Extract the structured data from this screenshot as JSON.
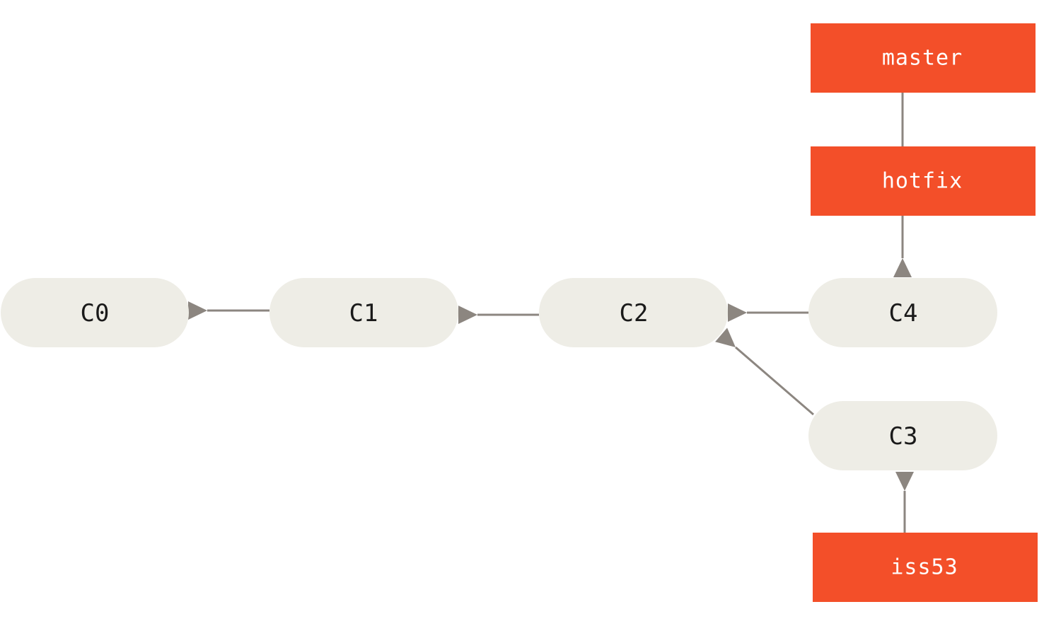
{
  "diagram": {
    "type": "git-branch-graph",
    "colors": {
      "commit_fill": "#eeede6",
      "branch_fill": "#f34f29",
      "edge": "#8c8680",
      "commit_text": "#1a1a1a",
      "branch_text": "#ffffff"
    },
    "commits": [
      {
        "id": "C0",
        "label": "C0"
      },
      {
        "id": "C1",
        "label": "C1"
      },
      {
        "id": "C2",
        "label": "C2"
      },
      {
        "id": "C4",
        "label": "C4"
      },
      {
        "id": "C3",
        "label": "C3"
      }
    ],
    "branches": [
      {
        "id": "master",
        "label": "master"
      },
      {
        "id": "hotfix",
        "label": "hotfix"
      },
      {
        "id": "iss53",
        "label": "iss53"
      }
    ],
    "edges": [
      {
        "from": "C1",
        "to": "C0"
      },
      {
        "from": "C2",
        "to": "C1"
      },
      {
        "from": "C4",
        "to": "C2"
      },
      {
        "from": "C3",
        "to": "C2"
      },
      {
        "from": "master",
        "to": "hotfix"
      },
      {
        "from": "hotfix",
        "to": "C4"
      },
      {
        "from": "iss53",
        "to": "C3"
      }
    ]
  }
}
